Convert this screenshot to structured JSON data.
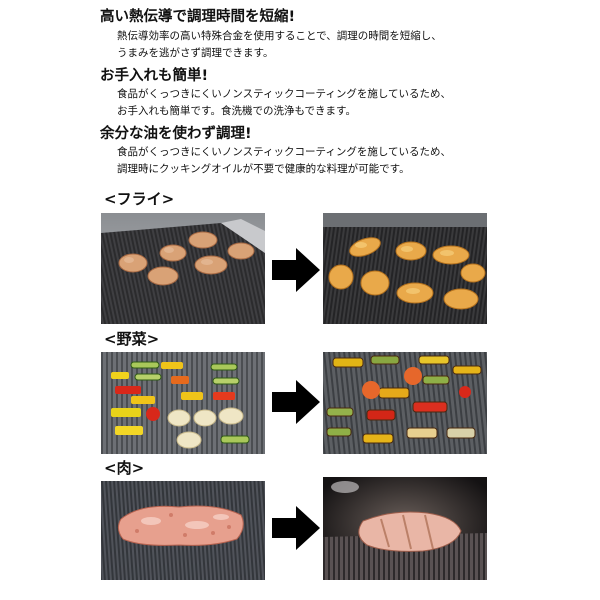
{
  "sections": [
    {
      "title": "高い熱伝導で調理時間を短縮!",
      "lines": [
        "熱伝導効率の高い特殊合金を使用することで、調理の時間を短縮し、",
        "うまみを逃がさず調理できます。"
      ]
    },
    {
      "title": "お手入れも簡単!",
      "lines": [
        "食品がくっつきにくいノンスティックコーティングを施しているため、",
        "お手入れも簡単です。食洗機での洗浄もできます。"
      ]
    },
    {
      "title": "余分な油を使わず調理!",
      "lines": [
        "食品がくっつきにくいノンスティックコーティングを施しているため、",
        "調理時にクッキングオイルが不要で健康的な料理が可能です。"
      ]
    }
  ],
  "categories": [
    {
      "label": "<フライ>"
    },
    {
      "label": "<野菜>"
    },
    {
      "label": "<肉>"
    }
  ],
  "colors": {
    "text": "#111111",
    "arrow": "#000000",
    "pan_dark": "#3a3a3c",
    "fry_raw": "#d9a276",
    "fry_cooked": "#e9a94a",
    "meat": "#e7a08e"
  }
}
